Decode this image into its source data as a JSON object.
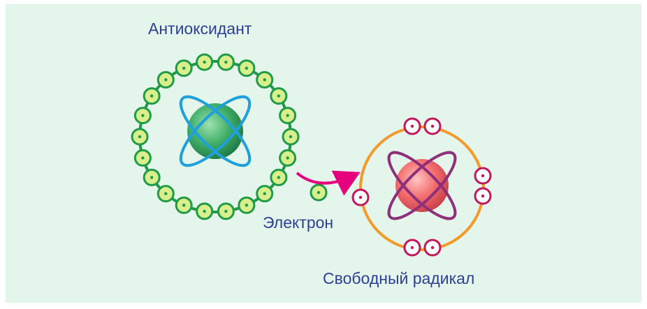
{
  "labels": {
    "antioxidant": "Антиоксидант",
    "electron": "Электрон",
    "free_radical": "Свободный радикал"
  },
  "colors": {
    "background": "#e4f5ec",
    "label_text": "#2e3f95",
    "antioxidant_ring": "#1f9a47",
    "antioxidant_electron_fill": "#d8ef8c",
    "antioxidant_nucleus": "#3fae67",
    "antioxidant_orbit": "#1ea0dc",
    "radical_ring": "#f39a2a",
    "radical_electron_ring": "#c2185b",
    "radical_nucleus": "#f26d6d",
    "radical_orbit": "#8e2f7a",
    "arrow": "#e6007e"
  },
  "antioxidant_electron_count": 22,
  "radical_electron_count": 7
}
